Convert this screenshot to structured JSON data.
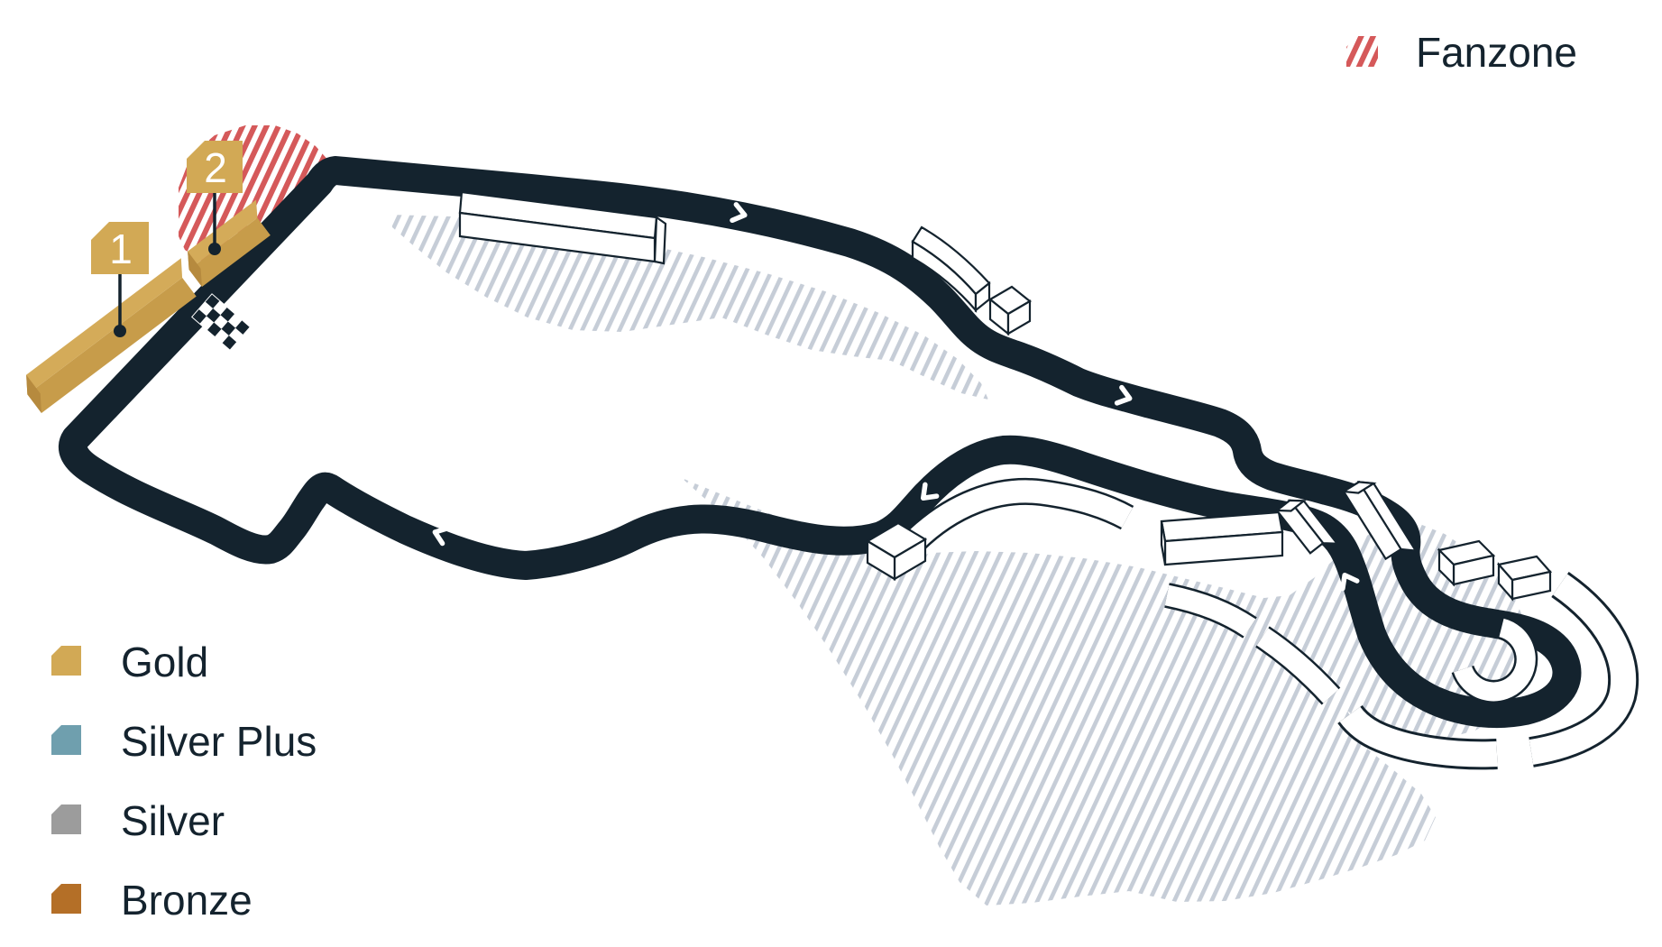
{
  "map": {
    "kind": "circuit-ticket-map",
    "background": "#ffffff"
  },
  "track": {
    "color": "#14232e",
    "direction_marker": "chevron",
    "has_start_finish_checker": true
  },
  "fanzone": {
    "label": "Fanzone",
    "hatch_color": "#d5595a"
  },
  "infield": {
    "hatch_color": "#c6cdd7"
  },
  "markers": [
    {
      "label": "1",
      "color": "#d2a955"
    },
    {
      "label": "2",
      "color": "#d2a955"
    }
  ],
  "legend": {
    "items": [
      {
        "label": "Gold",
        "color": "#d2a955"
      },
      {
        "label": "Silver Plus",
        "color": "#6f9fae"
      },
      {
        "label": "Silver",
        "color": "#9c9c9c"
      },
      {
        "label": "Bronze",
        "color": "#b46f27"
      }
    ]
  },
  "grandstands": {
    "gold_top": "#d4ab59",
    "gold_front": "#c79c4a",
    "gold_end": "#b68a3e",
    "white_fill": "#ffffff",
    "outline": "#14232e"
  }
}
